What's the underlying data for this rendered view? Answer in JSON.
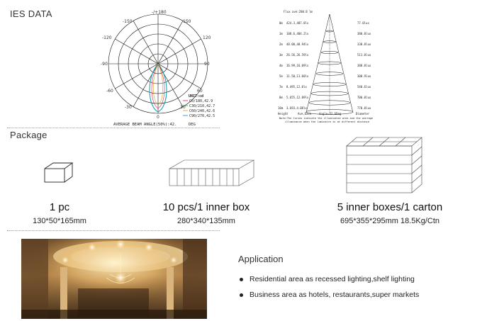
{
  "ies": {
    "title": "IES DATA",
    "polar": {
      "angle_labels": [
        "-/+180",
        "150",
        "-150",
        "120",
        "-120",
        "90",
        "-90",
        "60",
        "-60",
        "30",
        "-30",
        "0"
      ],
      "unit": "UNIT:cd",
      "legend": [
        "C0/180,42.9",
        "C30/210,42.7",
        "C60/240,42.6",
        "C90/270,42.5"
      ],
      "legend_colors": [
        "#e0204a",
        "#2ca02c",
        "#d4a017",
        "#1a7fd4"
      ],
      "average_beam": "AVERAGE BEAM ANGLE(50%):42.",
      "average_beam_tail": "DEG"
    },
    "cone": {
      "header": "Flux ave:280.8 lm",
      "rows": [
        {
          "h": "0m",
          "e": "424.3,407.0lx",
          "d": "77.0lux"
        },
        {
          "h": "1m",
          "e": "108.6,404.2lx",
          "d": "380.0lux"
        },
        {
          "h": "2m",
          "e": "48.00,48.94lx",
          "d": "330.8lux"
        },
        {
          "h": "3m",
          "e": "26.56,26.59lx",
          "d": "511.0lux"
        },
        {
          "h": "4m",
          "e": "16.99,16.09lx",
          "d": "380.0lux"
        },
        {
          "h": "5m",
          "e": "11.50,11.60lx",
          "d": "300.9lux"
        },
        {
          "h": "7m",
          "e": "8.495,12.0lx",
          "d": "540.6lux"
        },
        {
          "h": "8m",
          "e": "5.655,12.09lx",
          "d": "700.0lux"
        },
        {
          "h": "10m",
          "e": "3.693,4.08lx",
          "d": "770.0lux"
        }
      ],
      "footer_left": "Height",
      "footer_mid1": "Ave,Eave",
      "footer_mid2": "Angle=42.6Deg",
      "footer_right": "Diameter",
      "note1": "Note:The Curves indicate the illuminated area and the average",
      "note2": "illuminance when the luminaire is at different distance"
    }
  },
  "package": {
    "title": "Package",
    "items": [
      {
        "label": "1 pc",
        "dims": "130*50*165mm"
      },
      {
        "label": "10 pcs/1 inner box",
        "dims": "280*340*135mm"
      },
      {
        "label": "5 inner boxes/1 carton",
        "dims": "695*355*295mm   18.5Kg/Ctn"
      }
    ]
  },
  "application": {
    "title": "Application",
    "items": [
      "Residential area as recessed lighting,shelf lighting",
      "Business area as hotels, restaurants,super markets"
    ]
  }
}
